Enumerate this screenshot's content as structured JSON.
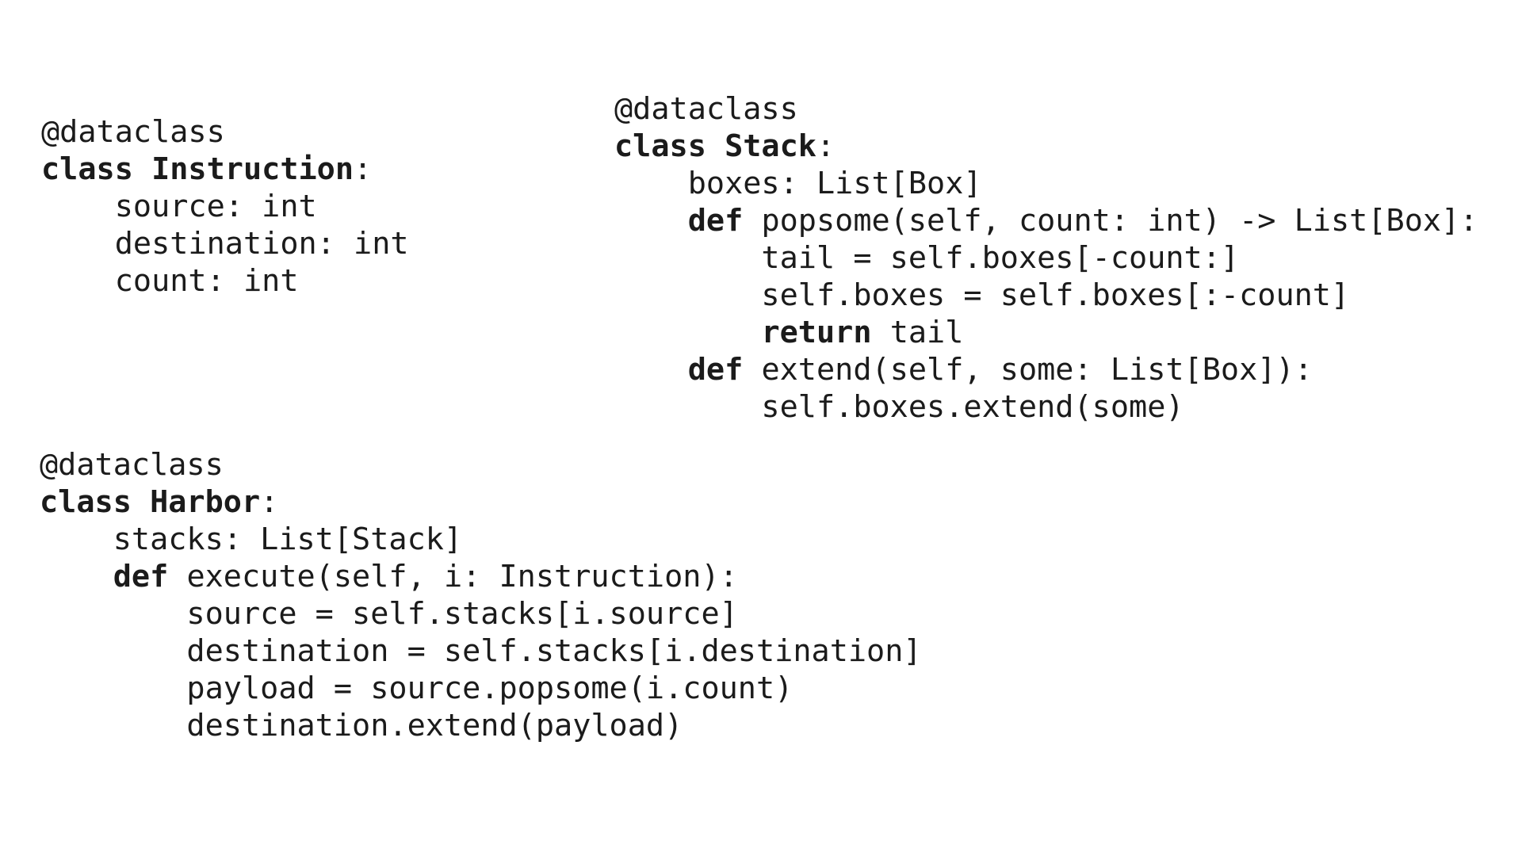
{
  "page": {
    "background_color": "#ffffff",
    "text_color": "#1b1b1b",
    "language": "python"
  },
  "code_blocks": [
    {
      "id": "instruction",
      "title": "Instruction dataclass",
      "lines": [
        [
          {
            "t": "@dataclass"
          }
        ],
        [
          {
            "t": "class Instruction",
            "b": true
          },
          {
            "t": ":"
          }
        ],
        [
          {
            "t": "    source: int"
          }
        ],
        [
          {
            "t": "    destination: int"
          }
        ],
        [
          {
            "t": "    count: int"
          }
        ]
      ]
    },
    {
      "id": "stack",
      "title": "Stack dataclass",
      "lines": [
        [
          {
            "t": "@dataclass"
          }
        ],
        [
          {
            "t": "class Stack",
            "b": true
          },
          {
            "t": ":"
          }
        ],
        [
          {
            "t": "    boxes: List[Box]"
          }
        ],
        [
          {
            "t": "    "
          },
          {
            "t": "def",
            "b": true
          },
          {
            "t": " popsome(self, count: int) -> List[Box]:"
          }
        ],
        [
          {
            "t": "        tail = self.boxes[-count:]"
          }
        ],
        [
          {
            "t": "        self.boxes = self.boxes[:-count]"
          }
        ],
        [
          {
            "t": "        "
          },
          {
            "t": "return",
            "b": true
          },
          {
            "t": " tail"
          }
        ],
        [
          {
            "t": "    "
          },
          {
            "t": "def",
            "b": true
          },
          {
            "t": " extend(self, some: List[Box]):"
          }
        ],
        [
          {
            "t": "        self.boxes.extend(some)"
          }
        ]
      ]
    },
    {
      "id": "harbor",
      "title": "Harbor dataclass",
      "lines": [
        [
          {
            "t": "@dataclass"
          }
        ],
        [
          {
            "t": "class Harbor",
            "b": true
          },
          {
            "t": ":"
          }
        ],
        [
          {
            "t": "    stacks: List[Stack]"
          }
        ],
        [
          {
            "t": "    "
          },
          {
            "t": "def",
            "b": true
          },
          {
            "t": " execute(self, i: Instruction):"
          }
        ],
        [
          {
            "t": "        source = self.stacks[i.source]"
          }
        ],
        [
          {
            "t": "        destination = self.stacks[i.destination]"
          }
        ],
        [
          {
            "t": "        payload = source.popsome(i.count)"
          }
        ],
        [
          {
            "t": "        destination.extend(payload)"
          }
        ]
      ]
    }
  ]
}
